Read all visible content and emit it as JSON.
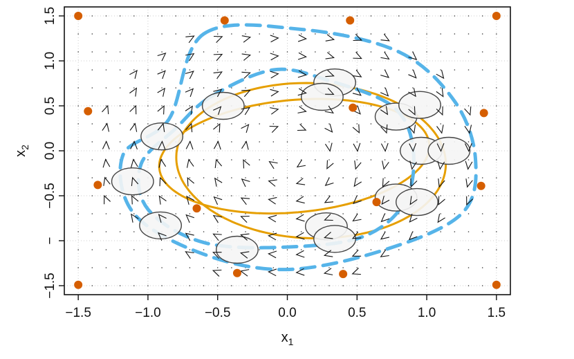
{
  "chart_data": {
    "type": "scatter",
    "title": "",
    "xlabel": "x",
    "xlabel_sub": "1",
    "ylabel": "x",
    "ylabel_sub": "2",
    "xlim": [
      -1.6,
      1.6
    ],
    "ylim": [
      -1.6,
      1.6
    ],
    "x_ticks": [
      {
        "value": -1.5,
        "label": "−1.5"
      },
      {
        "value": -1.0,
        "label": "−1.0"
      },
      {
        "value": -0.5,
        "label": "−0.5"
      },
      {
        "value": 0.0,
        "label": "0.0"
      },
      {
        "value": 0.5,
        "label": "0.5"
      },
      {
        "value": 1.0,
        "label": "1.0"
      },
      {
        "value": 1.5,
        "label": "1.5"
      }
    ],
    "y_ticks": [
      {
        "value": -1.5,
        "label": "−1.5"
      },
      {
        "value": -1.0,
        "label": "−"
      },
      {
        "value": -0.5,
        "label": "−0.5"
      },
      {
        "value": 0.0,
        "label": "0.0"
      },
      {
        "value": 0.5,
        "label": "0.5"
      },
      {
        "value": 1.0,
        "label": "1.0"
      },
      {
        "value": 1.5,
        "label": "1.5"
      }
    ],
    "grid": true,
    "colors": {
      "points": "#d55e00",
      "orbit": "#e69f00",
      "dashed": "#56b4e9",
      "arrows": "#111111",
      "ellipse_fill": "#f5f5f5",
      "ellipse_stroke": "#444444",
      "grid": "#cccccc"
    },
    "orange_points": [
      [
        -1.5,
        1.5
      ],
      [
        -0.45,
        1.45
      ],
      [
        0.45,
        1.45
      ],
      [
        1.5,
        1.5
      ],
      [
        -1.43,
        0.44
      ],
      [
        0.47,
        0.48
      ],
      [
        1.41,
        0.42
      ],
      [
        -1.36,
        -0.38
      ],
      [
        1.39,
        -0.39
      ],
      [
        -0.65,
        -0.64
      ],
      [
        0.64,
        -0.57
      ],
      [
        -0.36,
        -1.36
      ],
      [
        0.4,
        -1.37
      ],
      [
        -1.5,
        -1.49
      ],
      [
        1.5,
        -1.49
      ]
    ],
    "ellipses": [
      {
        "cx": -1.11,
        "cy": -0.34
      },
      {
        "cx": -0.9,
        "cy": 0.16
      },
      {
        "cx": -0.46,
        "cy": 0.5
      },
      {
        "cx": 0.34,
        "cy": 0.76
      },
      {
        "cx": 0.25,
        "cy": 0.6
      },
      {
        "cx": 0.78,
        "cy": 0.38
      },
      {
        "cx": 0.95,
        "cy": 0.51
      },
      {
        "cx": 0.96,
        "cy": 0.0
      },
      {
        "cx": 1.16,
        "cy": 0.0
      },
      {
        "cx": 0.78,
        "cy": -0.52
      },
      {
        "cx": 0.93,
        "cy": -0.57
      },
      {
        "cx": 0.28,
        "cy": -0.84
      },
      {
        "cx": 0.34,
        "cy": -0.98
      },
      {
        "cx": -0.36,
        "cy": -1.1
      },
      {
        "cx": -0.91,
        "cy": -0.83
      }
    ],
    "ellipse_radius": {
      "rx": 0.15,
      "ry": 0.15
    },
    "orbit_curves": [
      {
        "cx": 0.17,
        "cy": -0.11,
        "rx": 0.97,
        "ry": 0.86,
        "rotation_deg": -10
      },
      {
        "cx": 0.05,
        "cy": -0.06,
        "rx": 0.98,
        "ry": 0.62,
        "rotation_deg": 11
      }
    ],
    "dashed_curves": [
      [
        [
          -0.6,
          1.3
        ],
        [
          0.1,
          1.35
        ],
        [
          0.8,
          1.1
        ],
        [
          1.2,
          0.55
        ],
        [
          1.35,
          -0.1
        ],
        [
          1.25,
          -0.7
        ],
        [
          0.7,
          -1.1
        ],
        [
          0.0,
          -1.32
        ],
        [
          -0.6,
          -1.15
        ],
        [
          -1.1,
          -0.7
        ],
        [
          -1.18,
          -0.05
        ],
        [
          -0.85,
          0.35
        ]
      ],
      [
        [
          -0.55,
          0.6
        ],
        [
          -0.1,
          0.9
        ],
        [
          0.3,
          0.78
        ],
        [
          0.75,
          0.5
        ],
        [
          0.9,
          0.05
        ],
        [
          0.85,
          -0.55
        ],
        [
          0.55,
          -0.95
        ],
        [
          0.0,
          -1.07
        ],
        [
          -0.6,
          -1.02
        ],
        [
          -1.0,
          -0.65
        ],
        [
          -1.05,
          -0.15
        ],
        [
          -0.8,
          0.25
        ]
      ]
    ]
  }
}
